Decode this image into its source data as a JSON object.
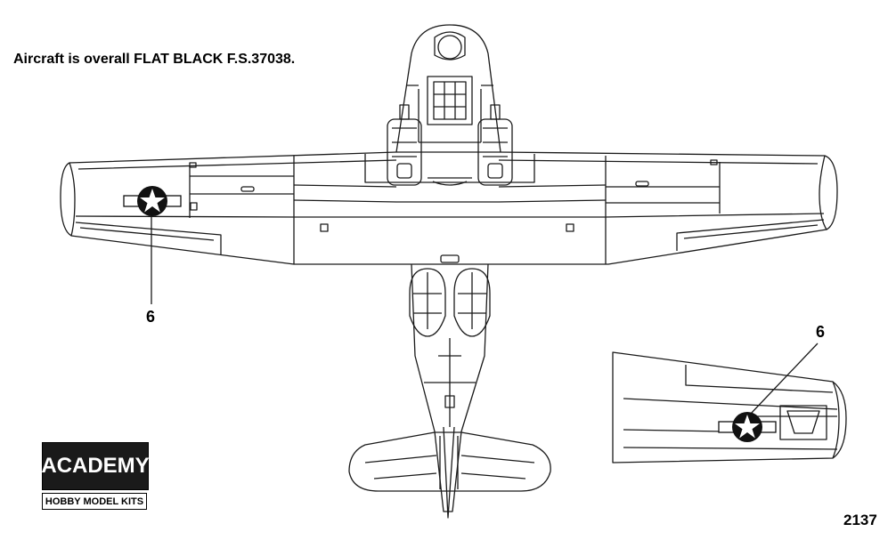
{
  "notes": {
    "color_instruction": "Aircraft is overall FLAT BLACK F.S.37038."
  },
  "callouts": {
    "wing_insignia": "6",
    "detail_insignia": "6"
  },
  "logo": {
    "brand": "ACADEMY",
    "tagline": "HOBBY MODEL KITS"
  },
  "kit_number": "2137",
  "colors": {
    "line": "#1a1a1a",
    "paper": "#ffffff",
    "insignia": "#111111"
  },
  "icons": {
    "insignia": "white-star-roundel-icon"
  }
}
